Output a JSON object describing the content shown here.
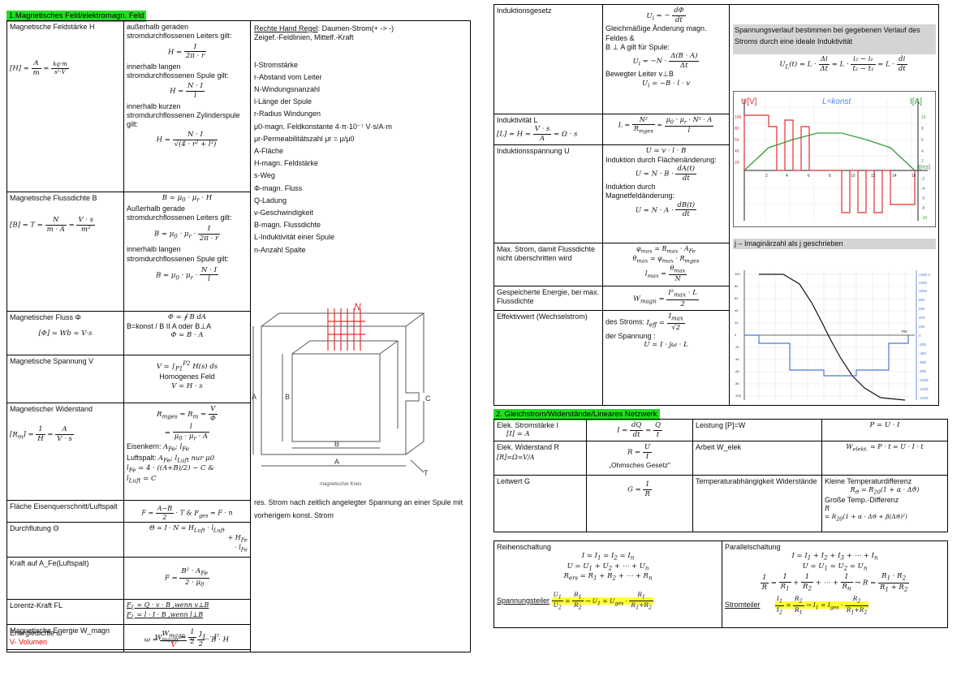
{
  "section1": {
    "title": "1.Magnetisches Feld/elektromagn. Feld",
    "rows": [
      {
        "label": "Magnetische Feldstärke H",
        "unit": "[H] = A/m = kg·m/s²·V"
      },
      {
        "label": "Magnetische Flussdichte B",
        "unit": "[B] = T = N/(m·A) = V·s/m²"
      },
      {
        "label": "Magnetischer Fluss Φ",
        "unit": "[Φ] = Wb = V·s"
      },
      {
        "label": "Magnetische Spannung V"
      },
      {
        "label": "Magnetischer Widerstand",
        "unit": "[Rm] = 1/H = A/(V·s)"
      },
      {
        "label": "Fläche Eisenquerschnitt/Luftspalt"
      },
      {
        "label": "Durchflutung Θ"
      },
      {
        "label": "Kraft auf A_Fe(Luftspalt)"
      },
      {
        "label": "Lorentz-Kraft FL"
      },
      {
        "label": "Magnetische Energie W_magn"
      },
      {
        "label": "Energiedichte ω",
        "note": "V- Volumen"
      }
    ],
    "h_text": {
      "t1": "außerhalb geraden stromdurchflossenen Leiters gilt:",
      "t2": "innerhalb langen stromdurchflossenen Spule gilt:",
      "t3": "innerhalb kurzen stromdurchflossenen Zylinderspule gilt:"
    },
    "b_text": {
      "t1": "Außerhalb gerade stromdurchflossenen Leiters gilt:",
      "t2": "innerhalb langen stromdurchflossenen Spule gilt:"
    },
    "phi_text": "B=konst / B II A oder B⊥A",
    "v_text": "Homogenes Feld",
    "rm_text": {
      "eisen": "Eisenkern:",
      "luft": "Luftspalt:",
      "nur": "nur μ0"
    },
    "rhr_title": "Rechte Hand Regel",
    "rhr_text": ": Daumen-Strom(+ -> -)",
    "rhr_sub": "Zeigef.-Feldlinien, Mittelf.-Kraft",
    "legend": [
      "I-Stromstärke",
      "r-Abstand vom Leiter",
      "N-Windungsnanzahl",
      "l-Länge der Spule",
      "r-Radius Windungen",
      "μ0-magn. Feldkonstante 4·π·10⁻⁷ V·s/A·m",
      "μr-Permeabilitätszahl μr = μ/μ0",
      "A-Fläche",
      "H-magn. Feldstärke",
      "s-Weg",
      "Φ-magn. Fluss",
      "Q-Ladung",
      "v-Geschwindigkeit",
      "B-magn. Flussdichte",
      "L-Induktivität einer Spule",
      "n-Anzahl Spalte"
    ],
    "diagram": {
      "n_label": "N",
      "a": "A",
      "b": "B",
      "c": "C",
      "t": "T",
      "caption": "magnetischer Kreis"
    },
    "res_note": "res. Strom nach zeitlich angelegter Spannung an einer Spule mit vorherigem konst. Strom"
  },
  "induction": {
    "rows": [
      {
        "label": "Induktionsgesetz"
      },
      {
        "label": "Induktivität L"
      },
      {
        "label": "Induktionsspannung U"
      },
      {
        "label": "Max. Strom, damit Flussdichte nicht überschritten wird"
      },
      {
        "label": "Gespeicherte Energie, bei max. Flussdichte"
      },
      {
        "label": "Effektivwert (Wechselstrom)"
      }
    ],
    "t1": "Gleichmäßige Änderung magn. Feldes &",
    "t2": "B ⊥ A gilt für Spule:",
    "t3": "Bewegter Leiter v⊥B",
    "u_t1": "Induktion durch Flächenänderung:",
    "u_t2": "Induktion durch Magnetfeldänderung:",
    "eff_t1": "des Stroms:",
    "eff_t2": "der Spannung :"
  },
  "rightbox": {
    "title": "Spannungsverlauf bestimmen bei gegebenen Verlauf des Stroms durch eine ideale Induktivität",
    "graph1_labels": {
      "u": "U[V]",
      "l": "L=konst",
      "i": "I[A]",
      "t": "t[ms]"
    },
    "graph1_yleft": [
      "100",
      "80",
      "60",
      "40",
      "20"
    ],
    "graph1_yright": [
      "10",
      "8",
      "6",
      "4",
      "2",
      "-2",
      "-4",
      "-6",
      "-8",
      "-10"
    ],
    "graph1_x": [
      "2",
      "4",
      "6",
      "8",
      "10",
      "12",
      "14",
      "16"
    ],
    "j_note": "j – Imaginärzahl als j geschrieben",
    "graph2_left": [
      "100",
      "80",
      "60",
      "40",
      "20",
      "0",
      "-20",
      "-40",
      "-60",
      "-80",
      "-100"
    ],
    "graph2_right": [
      "1400 V",
      "1200",
      "1000",
      "800",
      "600",
      "400",
      "200",
      "0",
      "-200",
      "-400",
      "-600",
      "-800",
      "-1000",
      "-1200",
      "-1400"
    ],
    "graph2_x": "ms"
  },
  "section2": {
    "title": "2. Gleichstrom/Widerstände/Lineares Netzwerk",
    "rows": [
      {
        "label": "Elek. Stromstärke I",
        "unit": "[I] = A",
        "right": "Leistung [P]=W"
      },
      {
        "label": "Elek. Widerstand R",
        "unit": "[R]=Ω=V/A",
        "right": "Arbeit W_elek",
        "note": "„Ohmsches Gesetz\""
      },
      {
        "label": "Leitwert G",
        "right": "Temperaturabhängigkeit Widerstände"
      }
    ],
    "temp": {
      "small": "Kleine Temperaturdifferenz",
      "big": "Große Temp.-Differenz"
    }
  },
  "circuits": {
    "reihe": "Reihenschaltung",
    "parallel": "Parallelschaltung",
    "spannungsteiler": "Spannungsteiler",
    "stromteiler": "Stromteiler"
  }
}
